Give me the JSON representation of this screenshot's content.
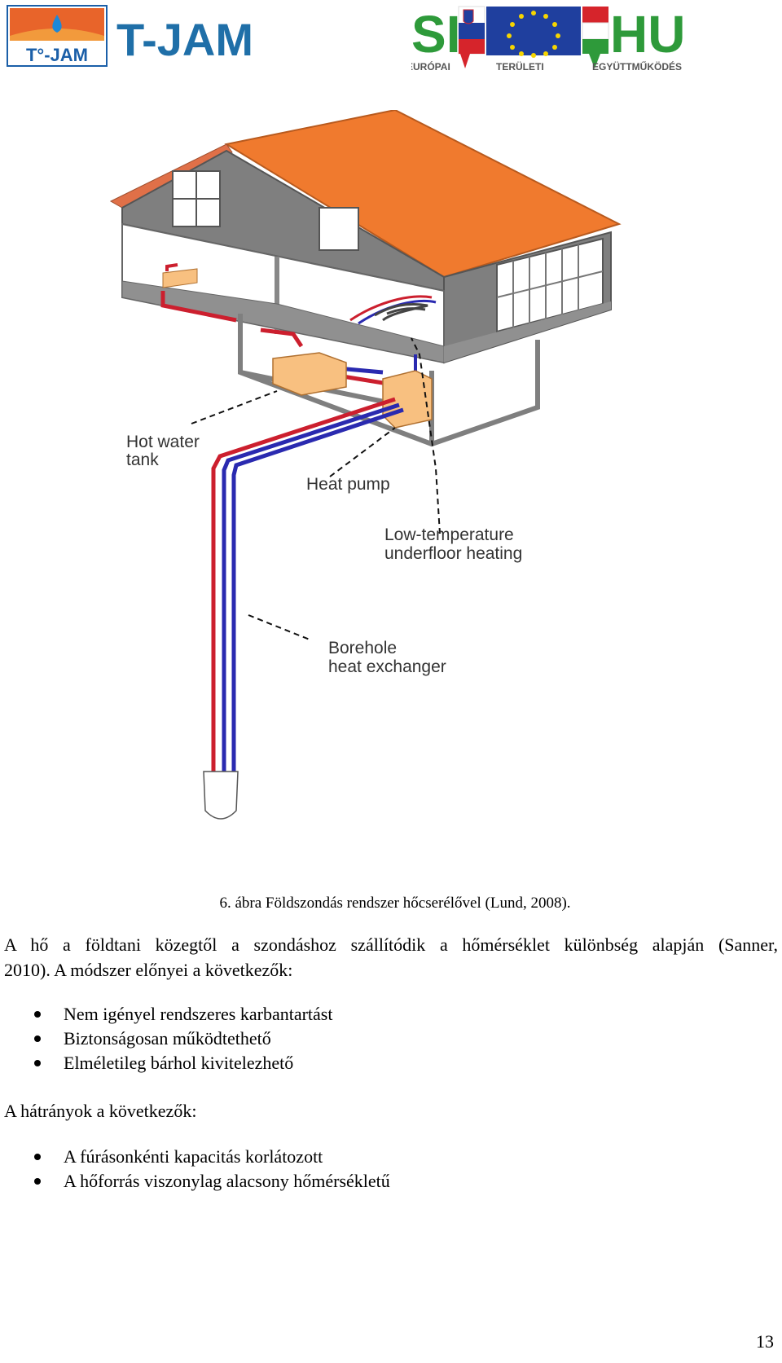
{
  "header": {
    "tjam_logo_text": "T-JAM",
    "tjam_badge_text": "T°-JAM",
    "sihu_logo": {
      "left": "SI",
      "right": "HU",
      "words": [
        "EURÓPAI",
        "TERÜLETI",
        "EGYÜTTMŰKÖDÉS"
      ]
    }
  },
  "figure": {
    "labels": {
      "hot_water_tank": [
        "Hot water",
        "tank"
      ],
      "heat_pump": "Heat pump",
      "underfloor": [
        "Low-temperature",
        "underfloor heating"
      ],
      "borehole": [
        "Borehole",
        "heat exchanger"
      ]
    },
    "colors": {
      "roof": "#f07a2e",
      "wall": "#808080",
      "hot_pipe": "#cc1f2e",
      "cold_pipe": "#2a2ab0",
      "tank": "#f8c080"
    }
  },
  "caption": "6. ábra Földszondás rendszer hőcserélővel (Lund, 2008).",
  "paragraph": {
    "line1": "A hő a földtani közegtől a szondáshoz szállítódik a hőmérséklet különbség alapján (Sanner,",
    "line2": "2010). A módszer előnyei a következők:"
  },
  "advantages": [
    "Nem igényel rendszeres karbantartást",
    "Biztonságosan működtethető",
    "Elméletileg bárhol kivitelezhető"
  ],
  "disadvantages_heading": "A hátrányok a következők:",
  "disadvantages": [
    "A fúrásonkénti kapacitás korlátozott",
    "A hőforrás viszonylag alacsony hőmérsékletű"
  ],
  "page_number": "13"
}
